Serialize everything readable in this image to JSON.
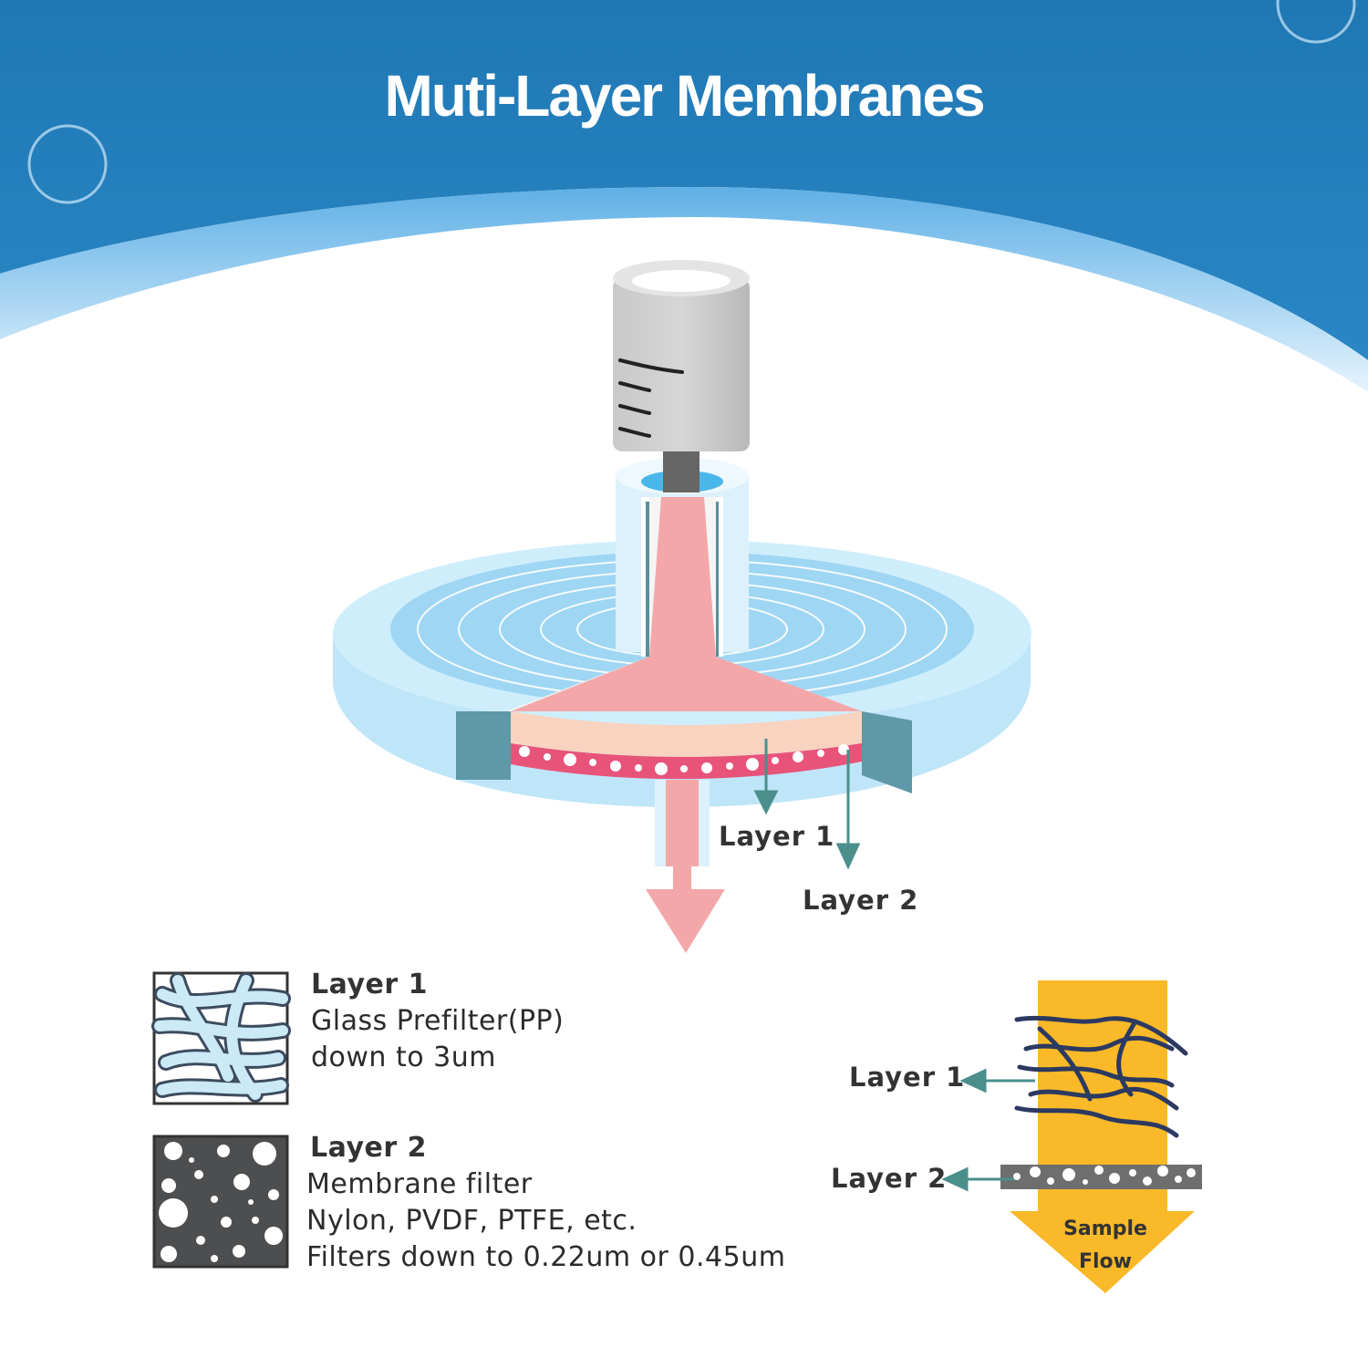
{
  "title": "Muti-Layer Membranes",
  "diagram": {
    "label_layer1": "Layer 1",
    "label_layer2": "Layer 2"
  },
  "legend": {
    "layer1": {
      "heading": "Layer 1",
      "lines": [
        "Glass Prefilter(PP)",
        "down to 3um"
      ]
    },
    "layer2": {
      "heading": "Layer 2",
      "lines": [
        "Membrane filter",
        "Nylon, PVDF, PTFE, etc.",
        "Filters down to 0.22um or 0.45um"
      ]
    }
  },
  "flow": {
    "label_layer1": "Layer 1",
    "label_layer2": "Layer 2",
    "arrow_text": [
      "Sample",
      "Flow"
    ]
  },
  "colors": {
    "header_blue": "#1f78b4",
    "filter_blue": "#9fd6f3",
    "sample_pink": "#f4a7a9",
    "flow_yellow": "#f9b928",
    "fiber_navy": "#2c3960",
    "pointer_teal": "#4a8f8c"
  }
}
